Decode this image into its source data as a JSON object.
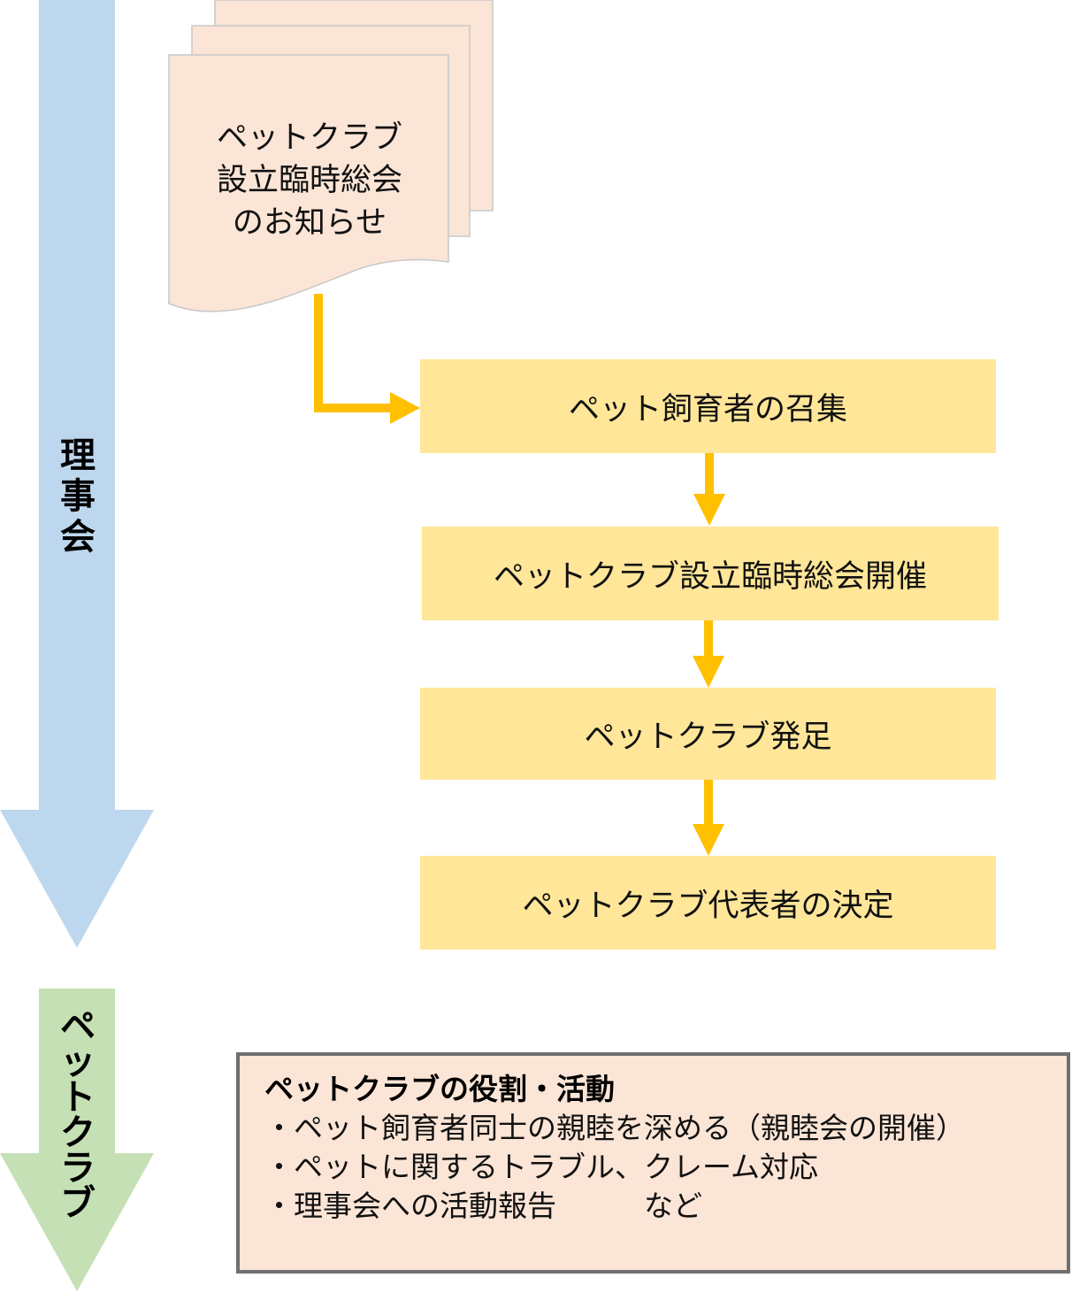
{
  "colors": {
    "blue_arrow": "#bdd7ee",
    "green_arrow": "#c5e0b4",
    "document": "#fbe5d6",
    "step_box": "#ffe699",
    "connector": "#ffc000",
    "info_border": "#6f6f6f"
  },
  "lanes": {
    "board": {
      "label_chars": [
        "理",
        "事",
        "会"
      ]
    },
    "pet_club": {
      "label_chars": [
        "ペ",
        "ッ",
        "ト",
        "ク",
        "ラ",
        "ブ"
      ]
    }
  },
  "document": {
    "lines": [
      "ペットクラブ",
      "設立臨時総会",
      "のお知らせ"
    ]
  },
  "steps": [
    {
      "label": "ペット飼育者の召集"
    },
    {
      "label": "ペットクラブ設立臨時総会開催"
    },
    {
      "label": "ペットクラブ発足"
    },
    {
      "label": "ペットクラブ代表者の決定"
    }
  ],
  "info": {
    "title": "ペットクラブの役割・活動",
    "items": [
      "・ペット飼育者同士の親睦を深める（親睦会の開催）",
      "・ペットに関するトラブル、クレーム対応",
      "・理事会への活動報告　　　など"
    ]
  }
}
